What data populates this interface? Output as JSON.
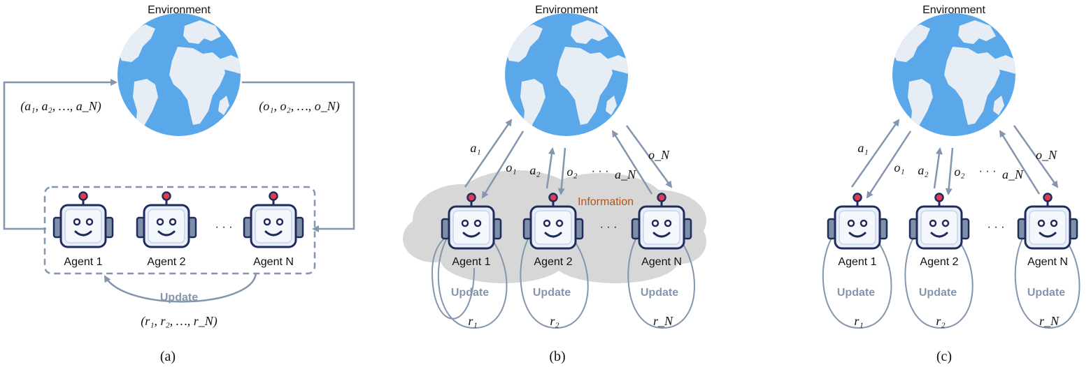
{
  "colors": {
    "arrow": "#8496ae",
    "ocean": "#5aa8ea",
    "land": "#e6edf5",
    "robot_outline": "#1f2d5c",
    "robot_face": "#e8effa",
    "robot_ear": "#7f8fa8",
    "antenna_tip": "#e33a52",
    "cloud": "#d7d7d7",
    "info_text": "#b5541a",
    "update_text": "#8496ae"
  },
  "icons": {
    "globe": "globe-icon",
    "robot": "robot-icon",
    "cloud": "cloud-shape"
  },
  "panel_a": {
    "environment_label": "Environment",
    "actions_label": "(a₁, a₂, …, a_N)",
    "observations_label": "(o₁, o₂, …, o_N)",
    "agents": [
      "Agent 1",
      "Agent 2",
      "Agent N"
    ],
    "ellipsis": "· · ·",
    "update_label": "Update",
    "rewards_label": "(r₁, r₂, …, r_N)",
    "caption": "(a)"
  },
  "panel_b": {
    "environment_label": "Environment",
    "information_label": "Information",
    "agents": [
      "Agent 1",
      "Agent 2",
      "Agent N"
    ],
    "actions": [
      "a₁",
      "a₂",
      "a_N"
    ],
    "observations": [
      "o₁",
      "o₂",
      "o_N"
    ],
    "ellipsis_mid": "· · ·",
    "ellipsis_agents": "· · ·",
    "update_label": "Update",
    "rewards": [
      "r₁",
      "r₂",
      "r_N"
    ],
    "caption": "(b)"
  },
  "panel_c": {
    "environment_label": "Environment",
    "agents": [
      "Agent 1",
      "Agent 2",
      "Agent N"
    ],
    "actions": [
      "a₁",
      "a₂",
      "a_N"
    ],
    "observations": [
      "o₁",
      "o₂",
      "o_N"
    ],
    "ellipsis_mid": "· · ·",
    "ellipsis_agents": "· · ·",
    "update_label": "Update",
    "rewards": [
      "r₁",
      "r₂",
      "r_N"
    ],
    "caption": "(c)"
  }
}
